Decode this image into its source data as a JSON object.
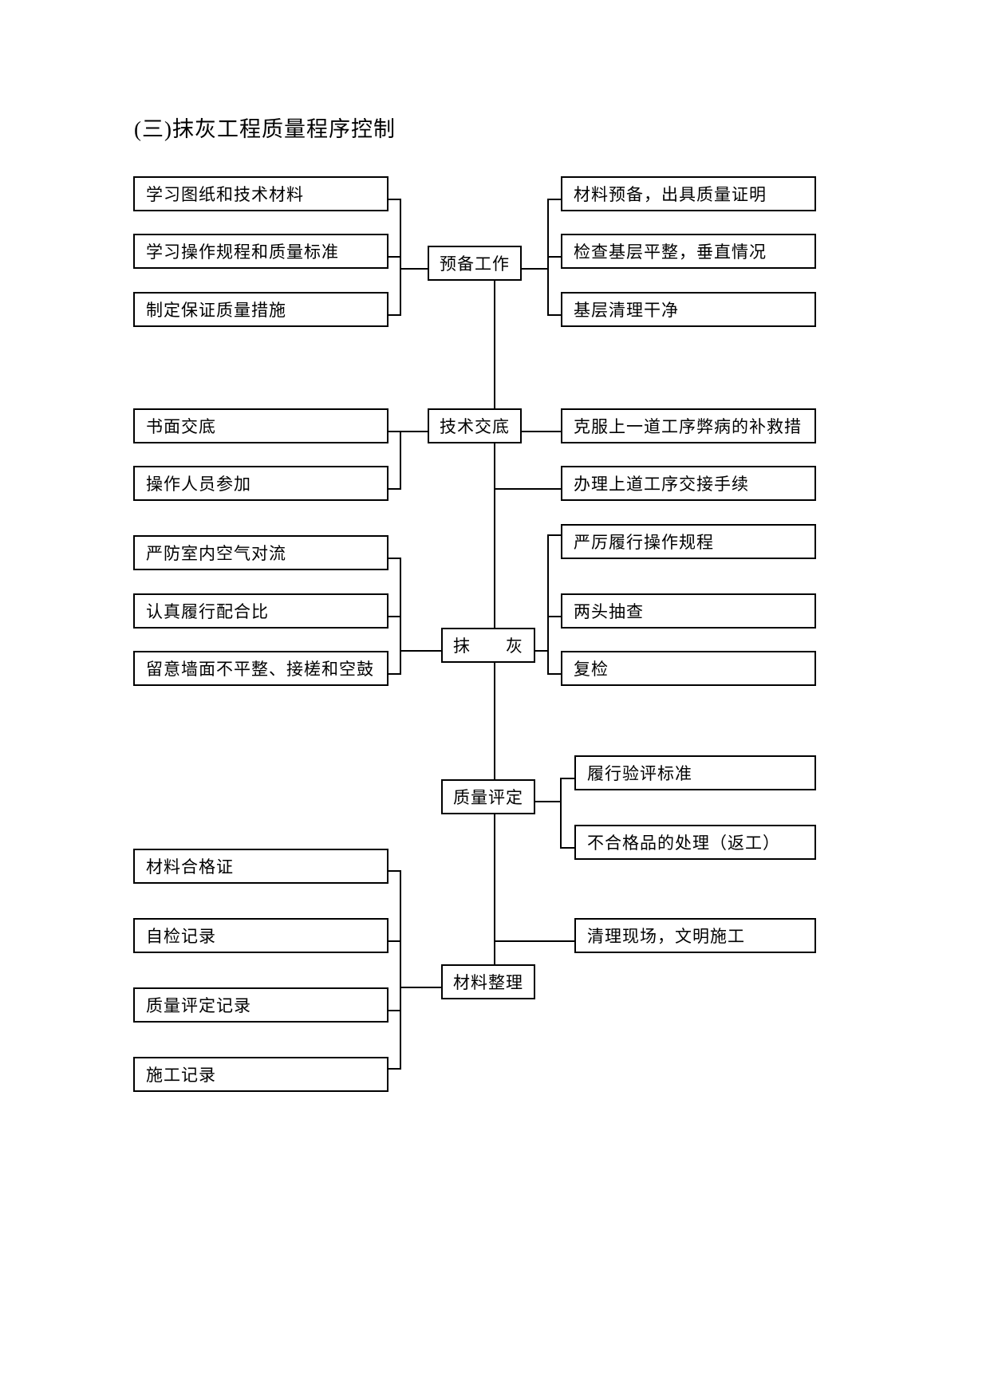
{
  "title": "(三)抹灰工程质量程序控制",
  "prep": {
    "label": "预备工作",
    "left": [
      "学习图纸和技术材料",
      "学习操作规程和质量标准",
      "制定保证质量措施"
    ],
    "right": [
      "材料预备，出具质量证明",
      "检查基层平整，垂直情况",
      "基层清理干净"
    ]
  },
  "disclosure": {
    "label": "技术交底",
    "left": [
      "书面交底",
      "操作人员参加"
    ],
    "right": [
      "克服上一道工序弊病的补救措",
      "办理上道工序交接手续"
    ]
  },
  "plastering": {
    "label": "抹　　灰",
    "left": [
      "严防室内空气对流",
      "认真履行配合比",
      "留意墙面不平整、接槎和空鼓"
    ],
    "right": [
      "严厉履行操作规程",
      "两头抽查",
      "复检"
    ]
  },
  "quality": {
    "label": "质量评定",
    "right": [
      "履行验评标准",
      "不合格品的处理（返工）"
    ]
  },
  "materials": {
    "label": "材料整理",
    "left": [
      "材料合格证",
      "自检记录",
      "质量评定记录",
      "施工记录"
    ],
    "right": [
      "清理现场，文明施工"
    ]
  }
}
